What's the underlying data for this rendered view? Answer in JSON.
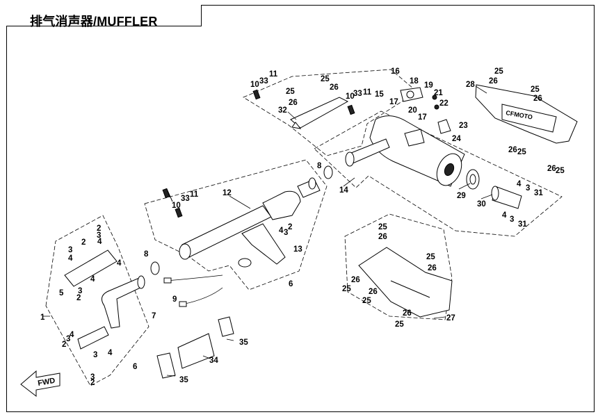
{
  "title": "排气消声器/MUFFLER",
  "fwd_label": "FWD",
  "callouts": [
    {
      "id": "c1",
      "text": "1"
    },
    {
      "id": "c2a",
      "text": "2"
    },
    {
      "id": "c2b",
      "text": "2"
    },
    {
      "id": "c2c",
      "text": "2"
    },
    {
      "id": "c2d",
      "text": "2"
    },
    {
      "id": "c2e",
      "text": "2"
    },
    {
      "id": "c2f",
      "text": "2"
    },
    {
      "id": "c3a",
      "text": "3"
    },
    {
      "id": "c3b",
      "text": "3"
    },
    {
      "id": "c3c",
      "text": "3"
    },
    {
      "id": "c3d",
      "text": "3"
    },
    {
      "id": "c3e",
      "text": "3"
    },
    {
      "id": "c3f",
      "text": "3"
    },
    {
      "id": "c3g",
      "text": "3"
    },
    {
      "id": "c3h",
      "text": "3"
    },
    {
      "id": "c3i",
      "text": "3"
    },
    {
      "id": "c4a",
      "text": "4"
    },
    {
      "id": "c4b",
      "text": "4"
    },
    {
      "id": "c4c",
      "text": "4"
    },
    {
      "id": "c4d",
      "text": "4"
    },
    {
      "id": "c4e",
      "text": "4"
    },
    {
      "id": "c4f",
      "text": "4"
    },
    {
      "id": "c4g",
      "text": "4"
    },
    {
      "id": "c4h",
      "text": "4"
    },
    {
      "id": "c4i",
      "text": "4"
    },
    {
      "id": "c5",
      "text": "5"
    },
    {
      "id": "c6a",
      "text": "6"
    },
    {
      "id": "c6b",
      "text": "6"
    },
    {
      "id": "c7",
      "text": "7"
    },
    {
      "id": "c8a",
      "text": "8"
    },
    {
      "id": "c8b",
      "text": "8"
    },
    {
      "id": "c9",
      "text": "9"
    },
    {
      "id": "c10a",
      "text": "10"
    },
    {
      "id": "c10b",
      "text": "10"
    },
    {
      "id": "c10c",
      "text": "10"
    },
    {
      "id": "c11a",
      "text": "11"
    },
    {
      "id": "c11b",
      "text": "11"
    },
    {
      "id": "c11c",
      "text": "11"
    },
    {
      "id": "c12",
      "text": "12"
    },
    {
      "id": "c13",
      "text": "13"
    },
    {
      "id": "c14",
      "text": "14"
    },
    {
      "id": "c15",
      "text": "15"
    },
    {
      "id": "c16",
      "text": "16"
    },
    {
      "id": "c17a",
      "text": "17"
    },
    {
      "id": "c17b",
      "text": "17"
    },
    {
      "id": "c18",
      "text": "18"
    },
    {
      "id": "c19",
      "text": "19"
    },
    {
      "id": "c20",
      "text": "20"
    },
    {
      "id": "c21",
      "text": "21"
    },
    {
      "id": "c22",
      "text": "22"
    },
    {
      "id": "c23",
      "text": "23"
    },
    {
      "id": "c24",
      "text": "24"
    },
    {
      "id": "c25a",
      "text": "25"
    },
    {
      "id": "c25b",
      "text": "25"
    },
    {
      "id": "c25c",
      "text": "25"
    },
    {
      "id": "c25d",
      "text": "25"
    },
    {
      "id": "c25e",
      "text": "25"
    },
    {
      "id": "c25f",
      "text": "25"
    },
    {
      "id": "c25g",
      "text": "25"
    },
    {
      "id": "c25h",
      "text": "25"
    },
    {
      "id": "c25i",
      "text": "25"
    },
    {
      "id": "c25j",
      "text": "25"
    },
    {
      "id": "c25k",
      "text": "25"
    },
    {
      "id": "c26a",
      "text": "26"
    },
    {
      "id": "c26b",
      "text": "26"
    },
    {
      "id": "c26c",
      "text": "26"
    },
    {
      "id": "c26d",
      "text": "26"
    },
    {
      "id": "c26e",
      "text": "26"
    },
    {
      "id": "c26f",
      "text": "26"
    },
    {
      "id": "c26g",
      "text": "26"
    },
    {
      "id": "c26h",
      "text": "26"
    },
    {
      "id": "c26i",
      "text": "26"
    },
    {
      "id": "c26j",
      "text": "26"
    },
    {
      "id": "c26k",
      "text": "26"
    },
    {
      "id": "c27",
      "text": "27"
    },
    {
      "id": "c28",
      "text": "28"
    },
    {
      "id": "c29",
      "text": "29"
    },
    {
      "id": "c30",
      "text": "30"
    },
    {
      "id": "c31a",
      "text": "31"
    },
    {
      "id": "c31b",
      "text": "31"
    },
    {
      "id": "c32",
      "text": "32"
    },
    {
      "id": "c33a",
      "text": "33"
    },
    {
      "id": "c33b",
      "text": "33"
    },
    {
      "id": "c33c",
      "text": "33"
    },
    {
      "id": "c34",
      "text": "34"
    },
    {
      "id": "c35a",
      "text": "35"
    },
    {
      "id": "c35b",
      "text": "35"
    }
  ]
}
